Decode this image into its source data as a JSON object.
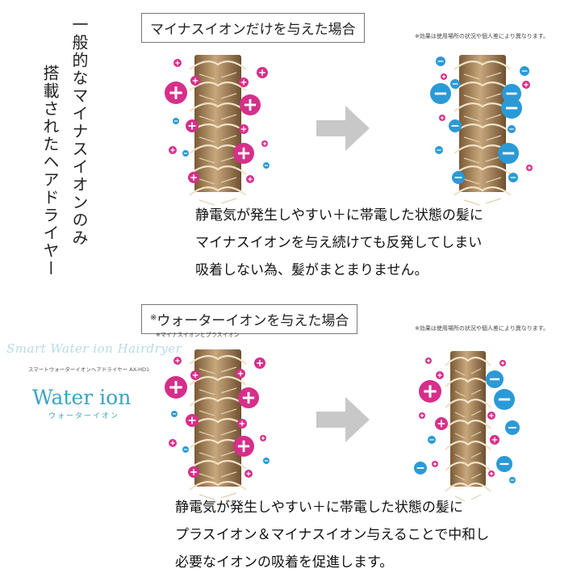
{
  "vertical": {
    "line1": "一般的なマイナスイオンのみ",
    "line2": "搭載されたヘアドライヤー"
  },
  "section1": {
    "title": "マイナスイオンだけを与えた場合",
    "note": "※効果は使用場所の状況や個人差により異なります。",
    "text": [
      "静電気が発生しやすい＋に帯電した状態の髪に",
      "マイナスイオンを与え続けても反発してしまい",
      "吸着しない為、髪がまとまりません。"
    ]
  },
  "section2": {
    "title_mark": "※",
    "title": "ウォーターイオンを与えた場合",
    "subnote": "※マイナスイオンとプラスイオン",
    "note": "※効果は使用場所の状況や個人差により異なります。",
    "text": [
      "静電気が発生しやすい＋に帯電した状態の髪に",
      "プラスイオン＆マイナスイオン与えることで中和し",
      "必要なイオンの吸着を促進します。"
    ]
  },
  "logo": {
    "script": "Smart Water ion Hairdryer",
    "subtitle": "スマートウォーターイオンヘアドライヤー AX-HD1",
    "main": "Water ion",
    "kana": "ウォーターイオン"
  },
  "colors": {
    "plus": "#d62f8a",
    "minus": "#2a9ad6",
    "hair": "#a8875f",
    "arrow": "#c8c8c8"
  }
}
